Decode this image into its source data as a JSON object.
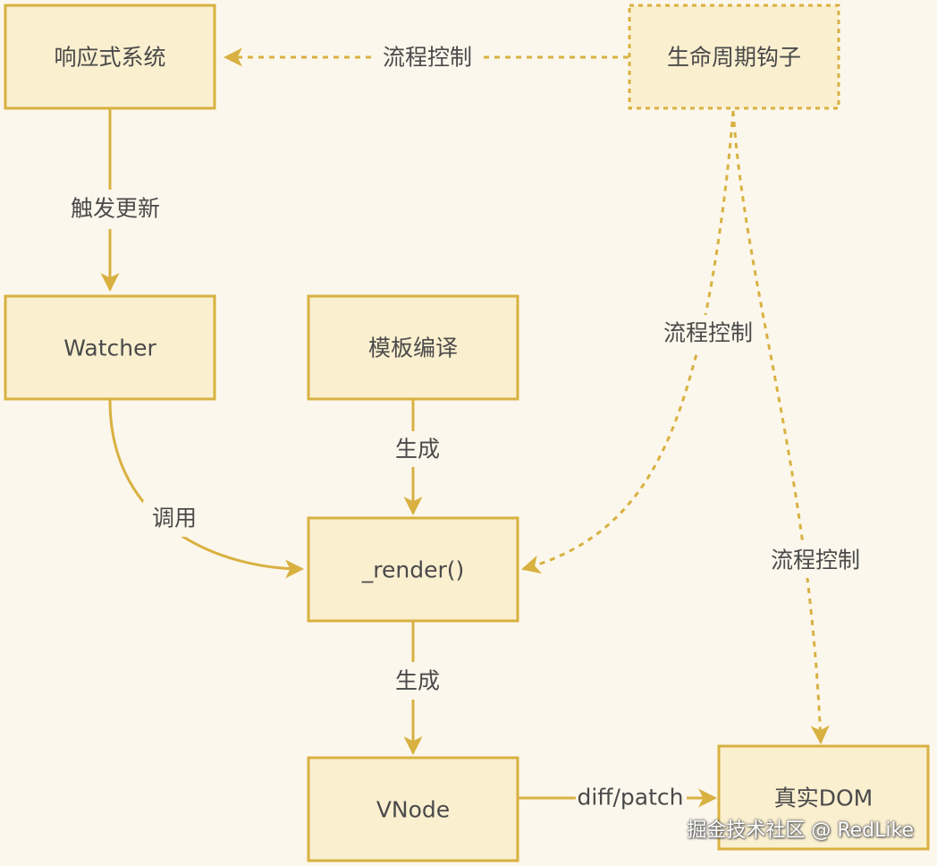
{
  "nodes": {
    "reactive": "响应式系统",
    "lifecycle": "生命周期钩子",
    "watcher": "Watcher",
    "template": "模板编译",
    "render": "_render()",
    "vnode": "VNode",
    "realdom": "真实DOM"
  },
  "edges": {
    "lifecycle_to_reactive": "流程控制",
    "reactive_to_watcher": "触发更新",
    "watcher_to_render": "调用",
    "template_to_render": "生成",
    "render_to_vnode": "生成",
    "vnode_to_realdom": "diff/patch",
    "lifecycle_to_render": "流程控制",
    "lifecycle_to_realdom": "流程控制"
  },
  "watermark": "掘金技术社区 @ RedLike",
  "colors": {
    "background": "#fcf7ec",
    "node_fill": "#faefcf",
    "stroke": "#d8b141",
    "text": "#4a4a4a"
  }
}
